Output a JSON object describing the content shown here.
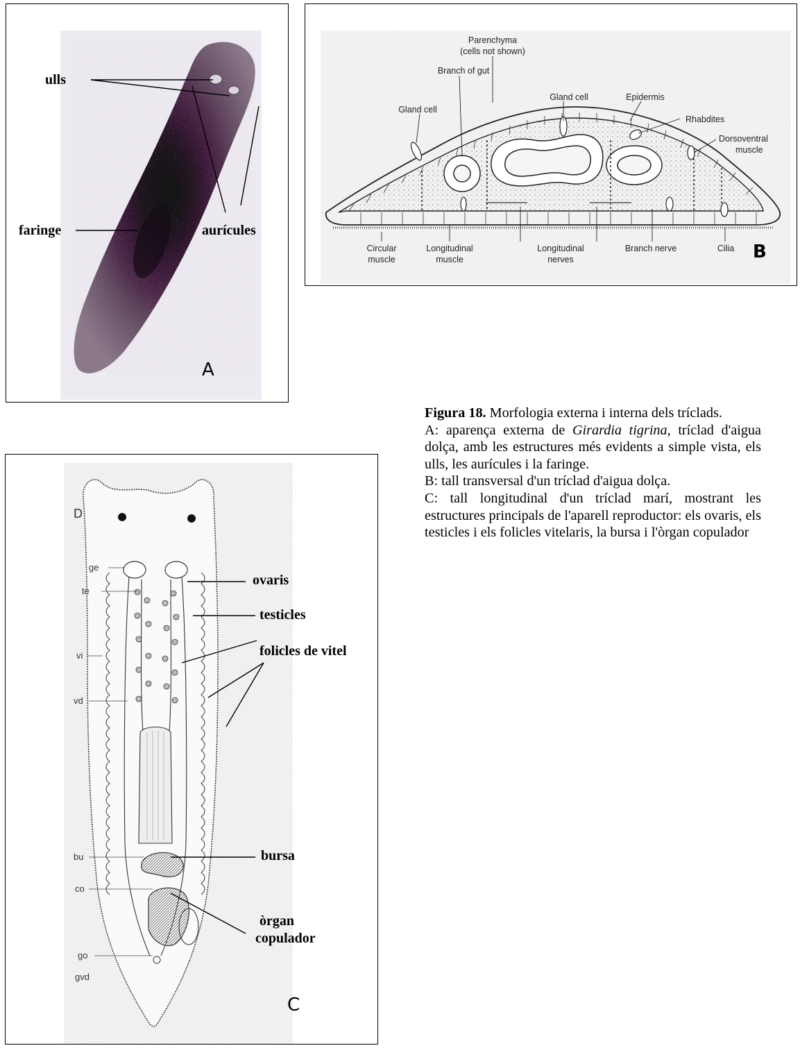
{
  "panel_a": {
    "letter": "A",
    "labels": {
      "ulls": "ulls",
      "faringe": "faringe",
      "auricules": "aurícules"
    }
  },
  "panel_b": {
    "letter": "B",
    "labels": {
      "parenchyma": "Parenchyma",
      "parenchyma_note": "(cells not shown)",
      "branch_of_gut": "Branch of gut",
      "gland_cell_top": "Gland cell",
      "epidermis": "Epidermis",
      "gland_cell_left": "Gland cell",
      "rhabdites": "Rhabdites",
      "dorsoventral_1": "Dorsoventral",
      "dorsoventral_2": "muscle",
      "circular_1": "Circular",
      "circular_2": "muscle",
      "longitudinal_muscle_1": "Longitudinal",
      "longitudinal_muscle_2": "muscle",
      "longitudinal_nerves_1": "Longitudinal",
      "longitudinal_nerves_2": "nerves",
      "branch_nerve": "Branch nerve",
      "cilia": "Cilia"
    }
  },
  "panel_c": {
    "letter": "C",
    "inner_letter": "D",
    "small_labels": {
      "ge": "ge",
      "te": "te",
      "vi": "vi",
      "vd": "vd",
      "bu": "bu",
      "co": "co",
      "go": "go",
      "gvd": "gvd"
    },
    "labels": {
      "ovaris": "ovaris",
      "testicles": "testicles",
      "folicles": "folicles de vitel",
      "bursa": "bursa",
      "organ_1": "òrgan",
      "organ_2": "copulador"
    }
  },
  "caption": {
    "figure_label": "Figura 18.",
    "title": " Morfologia  externa i interna dels tríclads.",
    "a_prefix": "A: aparença externa de ",
    "a_species": "Girardia tigrina,",
    "a_rest": " tríclad d'aigua dolça, amb les estructures més evidents a simple vista, els ulls, les aurícules i la faringe.",
    "b_text": "B: tall transversal d'un tríclad d'aigua dolça.",
    "c_text": "C: tall longitudinal d'un tríclad marí, mostrant les estructures principals de l'aparell reproductor: els ovaris, els testicles i els folicles vitelaris, la bursa i l'òrgan copulador"
  }
}
